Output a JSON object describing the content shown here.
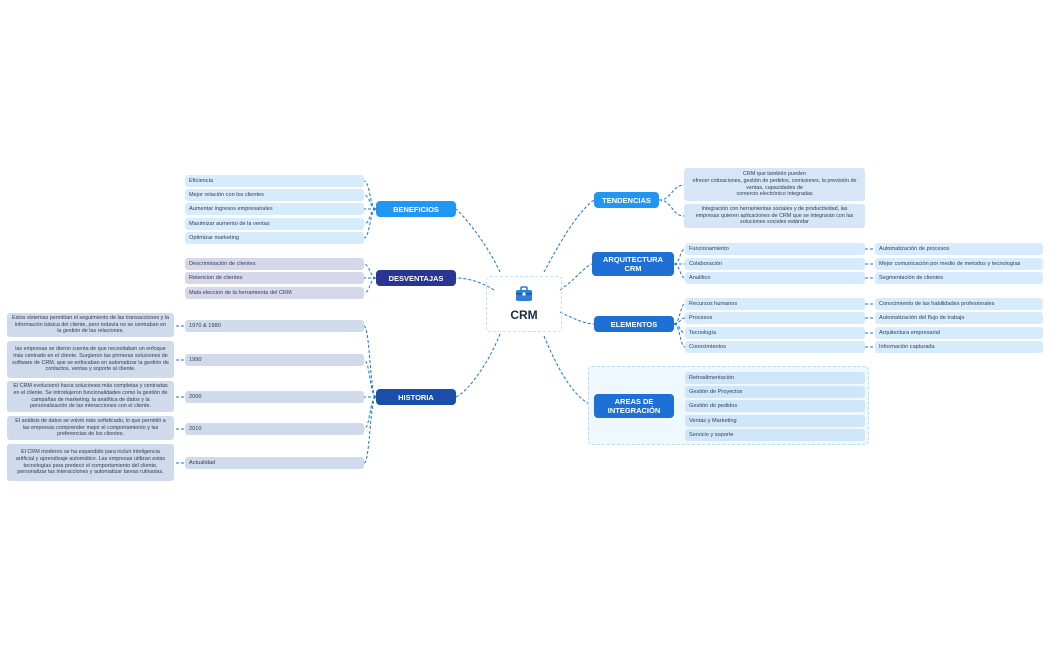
{
  "center": {
    "title": "CRM",
    "icon": "briefcase-icon"
  },
  "colors": {
    "light_blue": "#2196f3",
    "mid_blue": "#1e6fd6",
    "dark_navy": "#283593",
    "dark_blue": "#1a4ea8",
    "connector": "#1976d2"
  },
  "beneficios": {
    "label": "BENEFICIOS",
    "items": [
      "Eficiencia",
      "Mejor relación con los clientes",
      "Aumentar ingresos empresariales",
      "Maximizar aumento de la ventas",
      "Optimizar marketing"
    ]
  },
  "desventajas": {
    "label": "DESVENTAJAS",
    "items": [
      "Descriminación de clientes",
      "Retencion de clientes",
      "Mala eleccion de la herramienta del CRM"
    ]
  },
  "historia": {
    "label": "HISTORIA",
    "items": [
      {
        "label": "1970 & 1980",
        "desc": "Estos sistemas permitían el seguimiento de las transacciones y la información básica del cliente, pero todavía no se centraban en la gestión de las relaciones."
      },
      {
        "label": "1990",
        "desc": "las empresas se dieron cuenta de que necesitaban un enfoque más centrado en el cliente. Surgieron las primeras soluciones de software de CRM, que se enfocaban en automatizar la gestión de contactos, ventas y soporte al cliente."
      },
      {
        "label": "2000",
        "desc": "El CRM evolucionó hacia soluciones más completas y centradas en el cliente. Se introdujeron funcionalidades como la gestión de campañas de marketing, la analítica de datos y la personalización de las interacciones con el cliente."
      },
      {
        "label": "2010",
        "desc": "El análisis de datos se volvió más sofisticado, lo que permitió a las empresas comprender mejor el comportamiento y las preferencias de los clientes."
      },
      {
        "label": "Actualidad",
        "desc": "El CRM moderno se ha expandido para incluir inteligencia artificial y aprendizaje automático. Las empresas utilizan estas tecnologías para predecir el comportamiento del cliente, personalizar las interacciones y automatizar tareas rutinarias."
      }
    ]
  },
  "tendencias": {
    "label": "TENDENCIAS",
    "items": [
      "CRM que también pueden\nofrecer cotizaciones, gestión de pedidos, comisiones, la previsión de ventas, capacidades de\ncomercio electrónico integradas",
      "Integración con herramientas sociales y de productividad, las empresas quieren aplicaciones de CRM que se integrarán con las soluciones sociales estándar"
    ]
  },
  "arquitectura": {
    "label": "ARQUITECTURA CRM",
    "items": [
      {
        "label": "Funcionamiento",
        "detail": "Automatización de procesos"
      },
      {
        "label": "Colaboración",
        "detail": "Mejor comunicación por medio de metodos y tecnologías"
      },
      {
        "label": "Analítico",
        "detail": "Segmentación de clientes"
      }
    ]
  },
  "elementos": {
    "label": "ELEMENTOS",
    "items": [
      {
        "label": "Recursos humanos",
        "detail": "Conocimiento de las habilidades profesionales"
      },
      {
        "label": "Procesos",
        "detail": "Automatización del flujo de trabajo"
      },
      {
        "label": "Tecnología",
        "detail": "Arquitectura empresarial"
      },
      {
        "label": "Conocimientos",
        "detail": "Información capturada"
      }
    ]
  },
  "areas": {
    "label": "AREAS DE INTEGRACIÓN",
    "items": [
      "Retroalimentación",
      "Gestión de Proyectos",
      "Gestión de pedidos",
      "Ventas y Marketing",
      "Servicio y soporte"
    ]
  }
}
